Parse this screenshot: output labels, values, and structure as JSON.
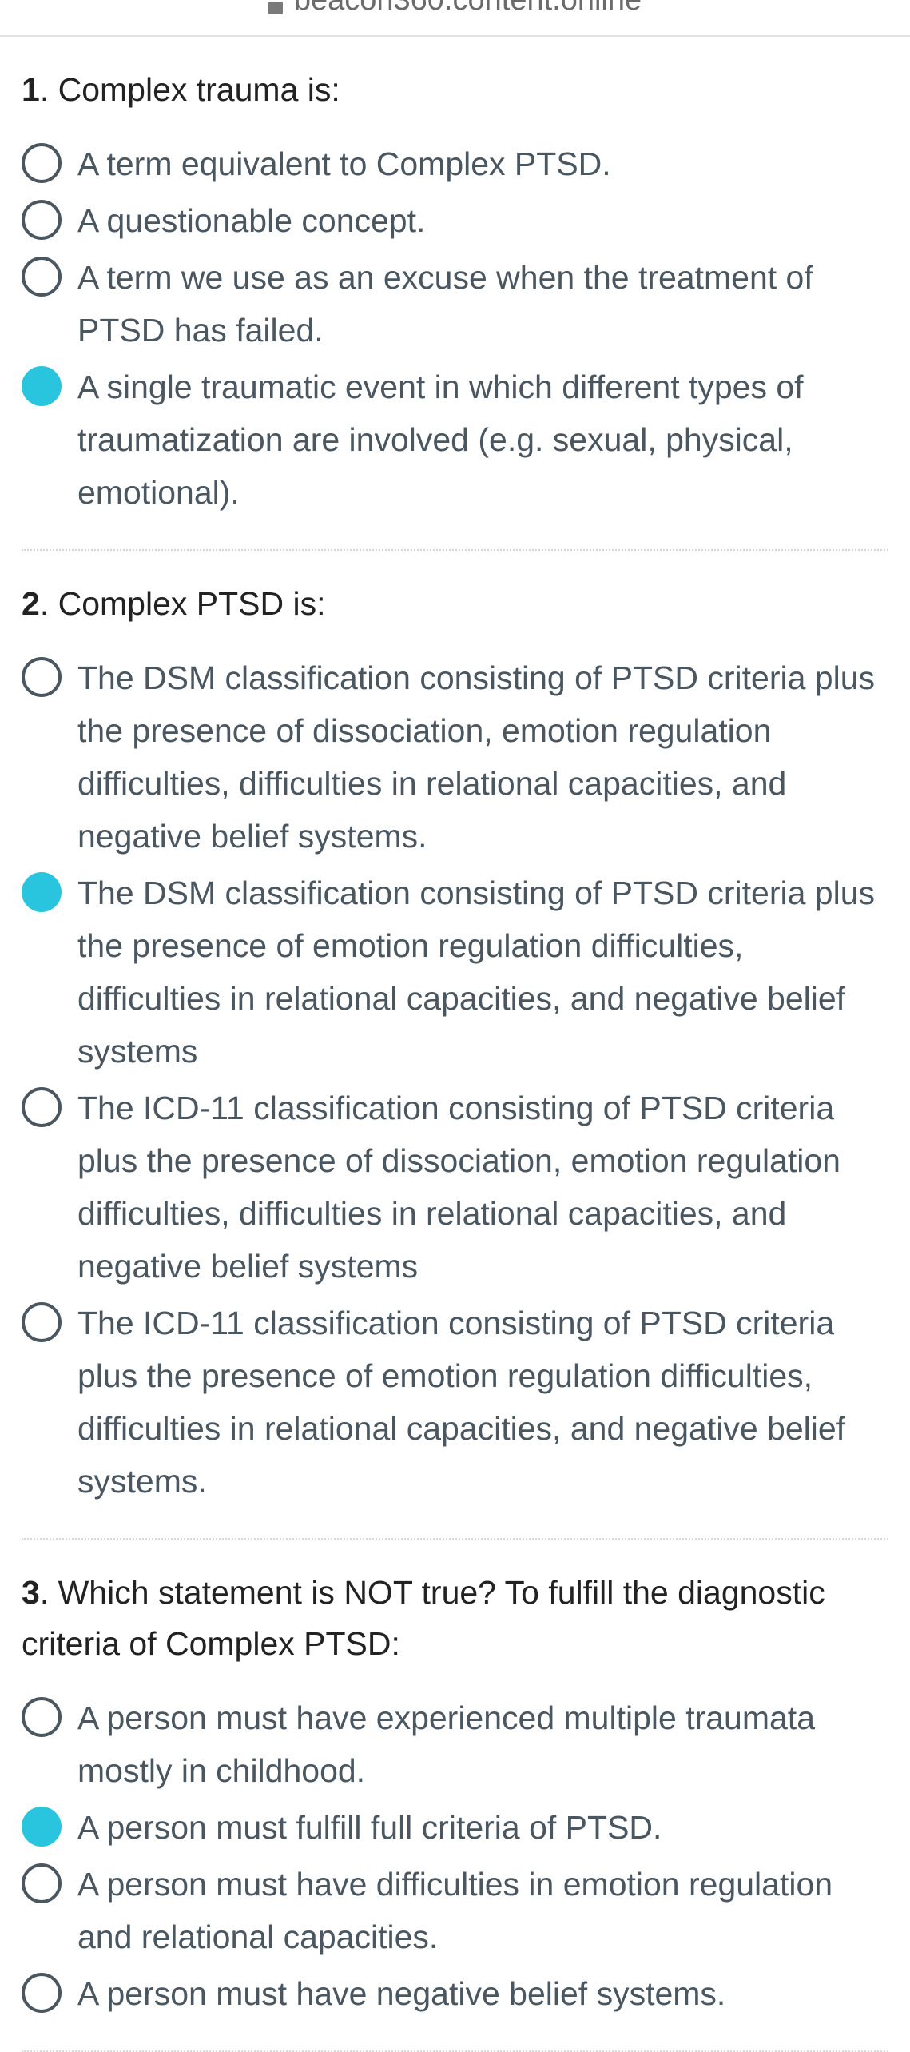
{
  "browser": {
    "url": "beacon360.content.online"
  },
  "colors": {
    "selected": "#29c4dd",
    "radio_border": "#4a5660",
    "option_text": "#4a5660"
  },
  "questions": [
    {
      "number": "1",
      "text": ". Complex trauma is:",
      "options": [
        {
          "label": "A term equivalent to Complex PTSD.",
          "selected": false
        },
        {
          "label": "A questionable concept.",
          "selected": false
        },
        {
          "label": "A term we use as an excuse when the treatment of PTSD has failed.",
          "selected": false
        },
        {
          "label": "A single traumatic event in which different types of traumatization are involved (e.g. sexual, physical, emotional).",
          "selected": true
        }
      ]
    },
    {
      "number": "2",
      "text": ". Complex PTSD is:",
      "options": [
        {
          "label": "The DSM classification consisting of PTSD criteria plus the presence of dissociation, emotion regulation difficulties, difficulties in relational capacities, and negative belief systems.",
          "selected": false
        },
        {
          "label": "The DSM classification consisting of PTSD criteria plus the presence of emotion regulation difficulties, difficulties in relational capacities, and negative belief systems",
          "selected": true
        },
        {
          "label": "The ICD-11 classification consisting of PTSD criteria plus the presence of dissociation, emotion regulation difficulties, difficulties in relational capacities, and negative belief systems",
          "selected": false
        },
        {
          "label": "The ICD-11 classification consisting of PTSD criteria plus the presence of emotion regulation difficulties, difficulties in relational capacities, and negative belief systems.",
          "selected": false
        }
      ]
    },
    {
      "number": "3",
      "text": ". Which statement is NOT true? To fulfill the diagnostic criteria of Complex PTSD:",
      "options": [
        {
          "label": "A person must have experienced multiple traumata mostly in childhood.",
          "selected": false
        },
        {
          "label": "A person must fulfill full criteria of PTSD.",
          "selected": true
        },
        {
          "label": "A person must have difficulties in emotion regulation and relational capacities.",
          "selected": false
        },
        {
          "label": "A person must have negative belief systems.",
          "selected": false
        }
      ]
    }
  ]
}
